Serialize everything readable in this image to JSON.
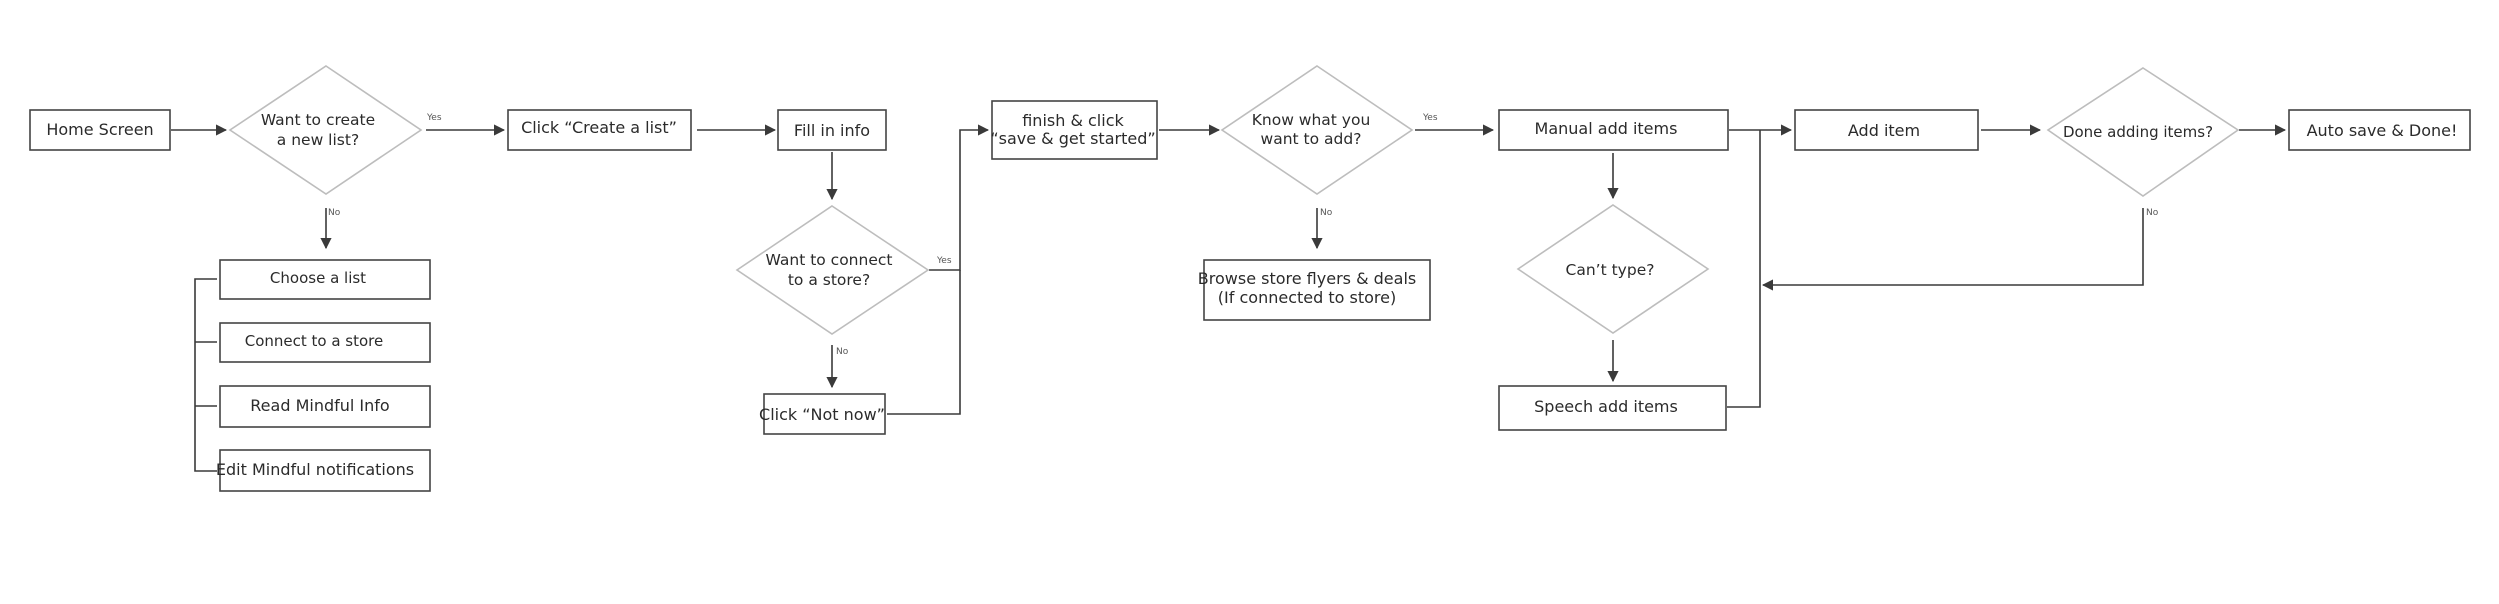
{
  "nodes": {
    "home": {
      "lines": [
        "Home Screen"
      ]
    },
    "want_create": {
      "lines": [
        "Want to create",
        "a new list?"
      ]
    },
    "click_create": {
      "lines": [
        "Click “Create a list”"
      ]
    },
    "fill_info": {
      "lines": [
        "Fill in info"
      ]
    },
    "finish_click": {
      "lines": [
        "finish & click",
        "“save & get started”"
      ]
    },
    "know_add": {
      "lines": [
        "Know what you",
        "want to add?"
      ]
    },
    "manual_add": {
      "lines": [
        "Manual add items"
      ]
    },
    "add_item": {
      "lines": [
        "Add item"
      ]
    },
    "done_adding": {
      "lines": [
        "Done adding items?"
      ]
    },
    "auto_save": {
      "lines": [
        "Auto save & Done!"
      ]
    },
    "choose_list": {
      "lines": [
        "Choose a list"
      ]
    },
    "connect_store_opt": {
      "lines": [
        "Connect to a store"
      ]
    },
    "read_mindful": {
      "lines": [
        "Read Mindful Info"
      ]
    },
    "edit_mindful": {
      "lines": [
        "Edit Mindful notifications"
      ]
    },
    "want_connect": {
      "lines": [
        "Want to connect",
        "to a store?"
      ]
    },
    "click_not_now": {
      "lines": [
        "Click “Not now”"
      ]
    },
    "browse_store": {
      "lines": [
        "Browse store flyers & deals",
        "(If connected to store)"
      ]
    },
    "cant_type": {
      "lines": [
        "Can’t type?"
      ]
    },
    "speech_add": {
      "lines": [
        "Speech add items"
      ]
    }
  },
  "edge_labels": {
    "yes": "Yes",
    "no": "No"
  },
  "colors": {
    "box_stroke": "#444444",
    "diamond_stroke": "#bdbdbd",
    "arrow": "#3a3a3a",
    "text": "#2b2b2b"
  }
}
